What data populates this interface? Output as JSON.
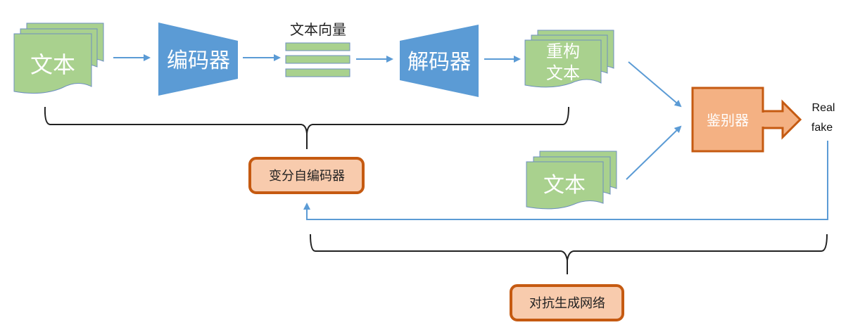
{
  "diagram": {
    "input_doc": {
      "label": "文本"
    },
    "encoder": {
      "label": "编码器"
    },
    "vector": {
      "label": "文本向量"
    },
    "decoder": {
      "label": "解码器"
    },
    "reconstructed_doc": {
      "line1": "重构",
      "line2": "文本"
    },
    "real_doc": {
      "label": "文本"
    },
    "discriminator": {
      "label": "鉴别器"
    },
    "output": {
      "line1": "Real",
      "line2": "fake"
    },
    "vae_box": {
      "label": "变分自编码器"
    },
    "gan_box": {
      "label": "对抗生成网络"
    }
  },
  "colors": {
    "doc_fill": "#a9d18e",
    "doc_stroke": "#6d8fc0",
    "trapezoid_fill": "#5b9bd5",
    "arrow": "#5b9bd5",
    "discriminator_fill": "#f4b183",
    "discriminator_stroke": "#c55a11",
    "label_box_fill": "#f8cbad",
    "label_box_stroke": "#c55a11",
    "brace": "#222222"
  }
}
